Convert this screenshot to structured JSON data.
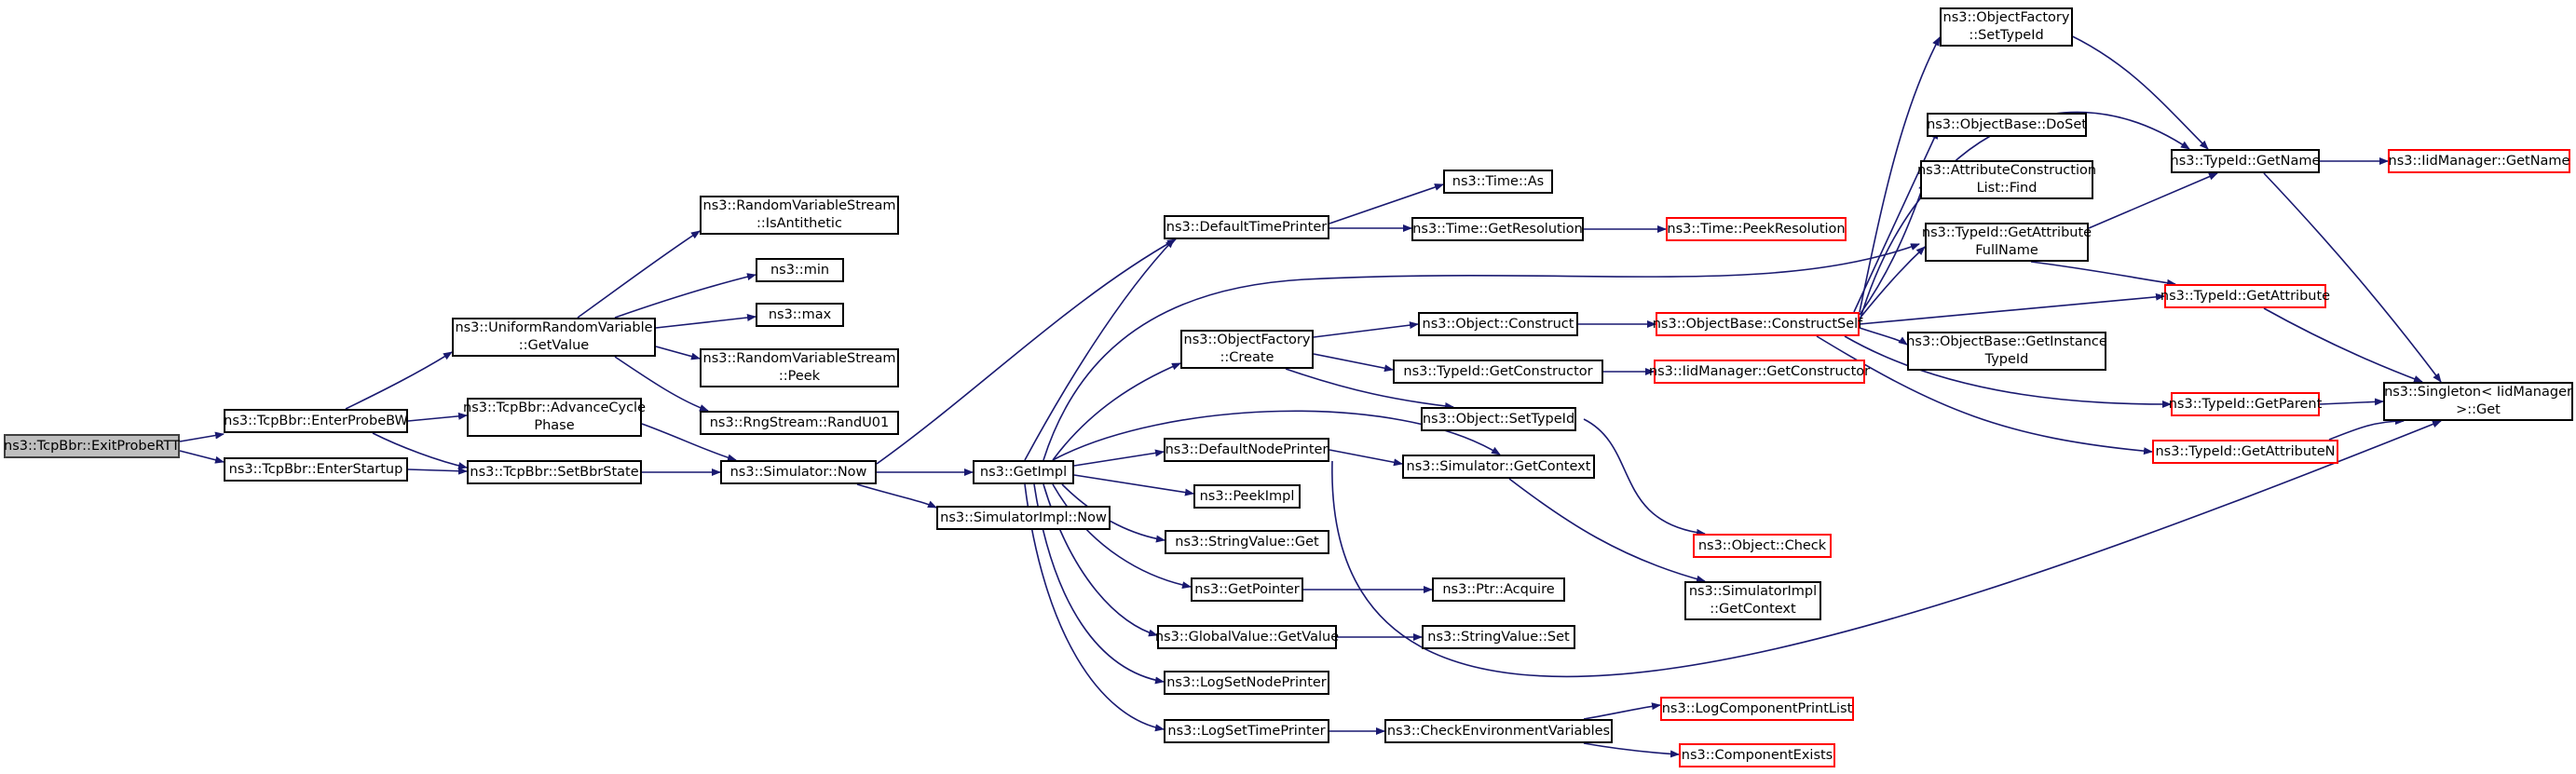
{
  "colors": {
    "edge": "#191970",
    "node_border": "#000000",
    "truncated_border": "#ff0000",
    "root_fill": "#bfbfbf"
  },
  "nodes": {
    "exitProbeRtt": [
      "ns3::TcpBbr::ExitProbeRTT"
    ],
    "enterProbeBw": [
      "ns3::TcpBbr::EnterProbeBW"
    ],
    "enterStartup": [
      "ns3::TcpBbr::EnterStartup"
    ],
    "uniformGetValue": [
      "ns3::UniformRandomVariable",
      "::GetValue"
    ],
    "advanceCyclePhase": [
      "ns3::TcpBbr::AdvanceCycle",
      "Phase"
    ],
    "setBbrState": [
      "ns3::TcpBbr::SetBbrState"
    ],
    "isAntithetic": [
      "ns3::RandomVariableStream",
      "::IsAntithetic"
    ],
    "min": [
      "ns3::min"
    ],
    "max": [
      "ns3::max"
    ],
    "peek": [
      "ns3::RandomVariableStream",
      "::Peek"
    ],
    "randU01": [
      "ns3::RngStream::RandU01"
    ],
    "simNow": [
      "ns3::Simulator::Now"
    ],
    "simImplNow": [
      "ns3::SimulatorImpl::Now"
    ],
    "getImpl": [
      "ns3::GetImpl"
    ],
    "defaultTimePrinter": [
      "ns3::DefaultTimePrinter"
    ],
    "timeAs": [
      "ns3::Time::As"
    ],
    "timeGetResolution": [
      "ns3::Time::GetResolution"
    ],
    "timePeekResolution": [
      "ns3::Time::PeekResolution"
    ],
    "objectFactoryCreate": [
      "ns3::ObjectFactory",
      "::Create"
    ],
    "objectConstruct": [
      "ns3::Object::Construct"
    ],
    "typeIdGetConstructor": [
      "ns3::TypeId::GetConstructor"
    ],
    "objectSetTypeId": [
      "ns3::Object::SetTypeId"
    ],
    "defaultNodePrinter": [
      "ns3::DefaultNodePrinter"
    ],
    "simGetContext": [
      "ns3::Simulator::GetContext"
    ],
    "peekImpl": [
      "ns3::PeekImpl"
    ],
    "stringValueGet": [
      "ns3::StringValue::Get"
    ],
    "getPointer": [
      "ns3::GetPointer"
    ],
    "ptrAcquire": [
      "ns3::Ptr::Acquire"
    ],
    "globalValueGetValue": [
      "ns3::GlobalValue::GetValue"
    ],
    "stringValueSet": [
      "ns3::StringValue::Set"
    ],
    "logSetNodePrinter": [
      "ns3::LogSetNodePrinter"
    ],
    "logSetTimePrinter": [
      "ns3::LogSetTimePrinter"
    ],
    "checkEnvVars": [
      "ns3::CheckEnvironmentVariables"
    ],
    "logComponentPrintList": [
      "ns3::LogComponentPrintList"
    ],
    "componentExists": [
      "ns3::ComponentExists"
    ],
    "objectFactorySetTypeId": [
      "ns3::ObjectFactory",
      "::SetTypeId"
    ],
    "objectBaseDoSet": [
      "ns3::ObjectBase::DoSet"
    ],
    "attrConstructionListFind": [
      "ns3::AttributeConstruction",
      "List::Find"
    ],
    "typeIdGetAttributeFullName": [
      "ns3::TypeId::GetAttribute",
      "FullName"
    ],
    "objectBaseConstructSelf": [
      "ns3::ObjectBase::ConstructSelf"
    ],
    "objectBaseGetInstanceTypeId": [
      "ns3::ObjectBase::GetInstance",
      "TypeId"
    ],
    "iidMgrGetConstructor": [
      "ns3::IidManager::GetConstructor"
    ],
    "objectCheck": [
      "ns3::Object::Check"
    ],
    "simImplGetContext": [
      "ns3::SimulatorImpl",
      "::GetContext"
    ],
    "typeIdGetName": [
      "ns3::TypeId::GetName"
    ],
    "iidMgrGetName": [
      "ns3::IidManager::GetName"
    ],
    "typeIdGetAttribute": [
      "ns3::TypeId::GetAttribute"
    ],
    "typeIdGetParent": [
      "ns3::TypeId::GetParent"
    ],
    "typeIdGetAttributeN": [
      "ns3::TypeId::GetAttributeN"
    ],
    "singletonGet": [
      "ns3::Singleton< IidManager",
      " >::Get"
    ]
  }
}
